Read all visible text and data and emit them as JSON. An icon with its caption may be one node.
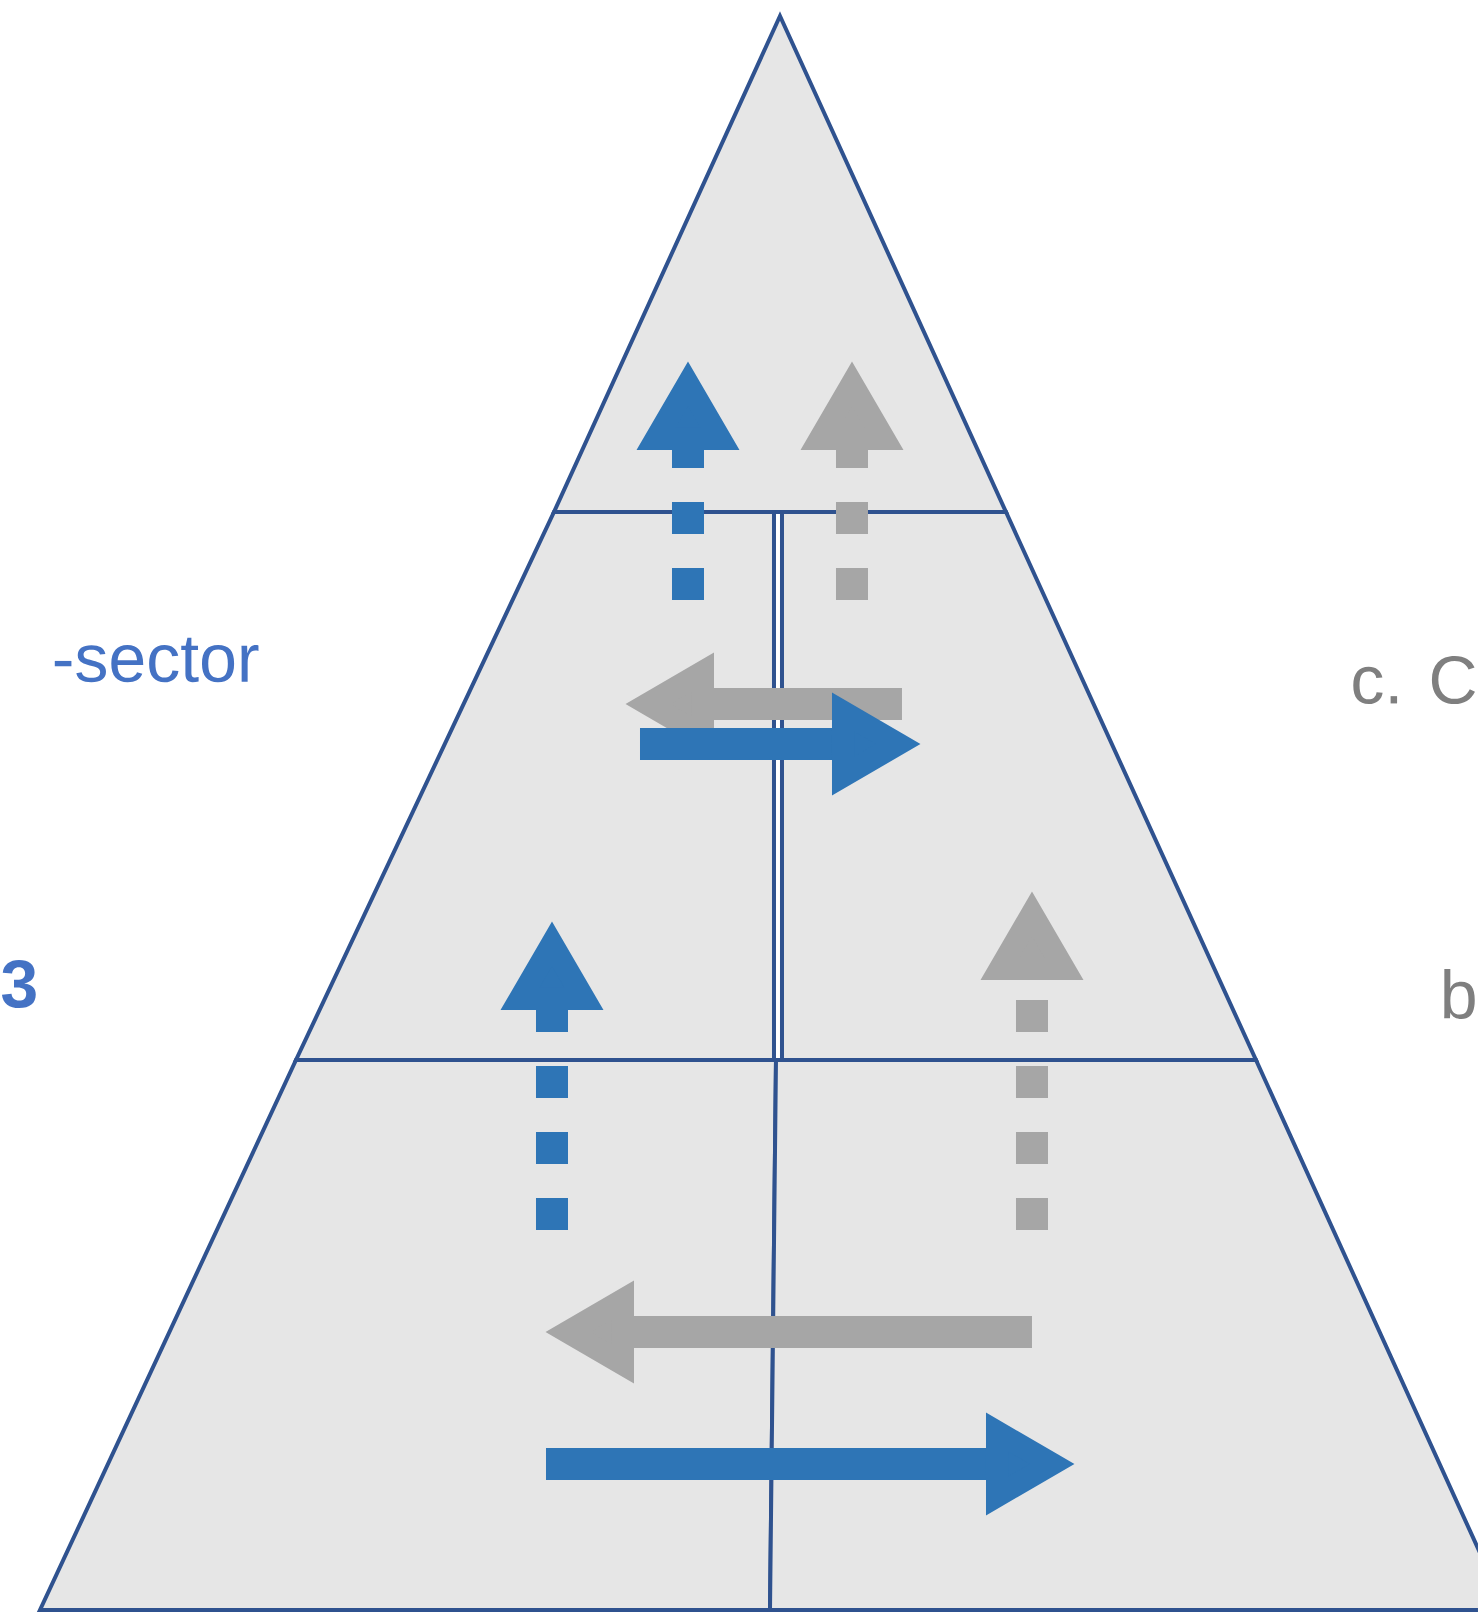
{
  "diagram": {
    "nodes": [
      {
        "text": [],
        "shape": "triangle"
      },
      {
        "text": [],
        "shape": "trapezoid"
      },
      {
        "text": [],
        "shape": "trapezoid"
      },
      {
        "text": [],
        "shape": "trapezoid"
      },
      {
        "text": [],
        "shape": "trapezoid"
      }
    ],
    "edges": [
      {
        "from": 1,
        "to": 0,
        "arrow": "to",
        "style": "dashed",
        "color": "#2e75b6"
      },
      {
        "from": 2,
        "to": 0,
        "arrow": "to",
        "style": "dashed",
        "color": "#a6a6a6"
      },
      {
        "from": 2,
        "to": 1,
        "arrow": "to",
        "color": "#a6a6a6"
      },
      {
        "from": 1,
        "to": 2,
        "arrow": "to",
        "color": "#2e75b6"
      },
      {
        "from": 3,
        "to": 1,
        "arrow": "to",
        "style": "dashed",
        "color": "#2e75b6"
      },
      {
        "from": 4,
        "to": 2,
        "arrow": "to",
        "style": "dashed",
        "color": "#a6a6a6"
      },
      {
        "from": 4,
        "to": 3,
        "arrow": "to",
        "color": "#a6a6a6"
      },
      {
        "from": 3,
        "to": 4,
        "arrow": "to",
        "color": "#2e75b6"
      }
    ],
    "labels": [
      "-sector",
      "c. C",
      "3",
      "b"
    ]
  }
}
